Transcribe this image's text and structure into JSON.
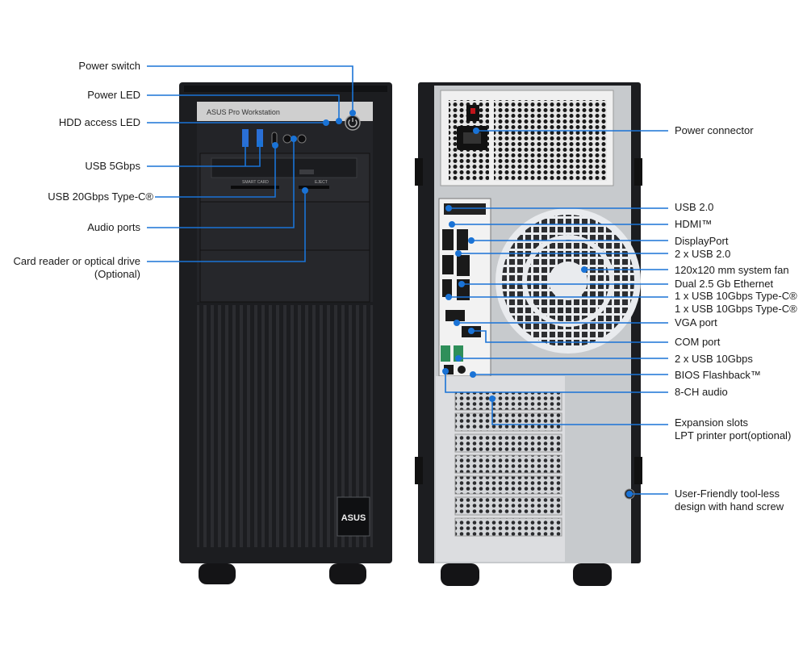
{
  "front_panel": {
    "brand_plate": "ASUS Pro Workstation",
    "logo": "ASUS",
    "small_labels": [
      "SMART CARD",
      "EJECT"
    ],
    "callouts": [
      {
        "id": "power-switch",
        "text": "Power switch"
      },
      {
        "id": "power-led",
        "text": "Power LED"
      },
      {
        "id": "hdd-led",
        "text": "HDD access LED"
      },
      {
        "id": "usb-5gbps",
        "text": "USB 5Gbps"
      },
      {
        "id": "usb-typec",
        "text": "USB 20Gbps Type-C®"
      },
      {
        "id": "audio-ports",
        "text": "Audio ports"
      },
      {
        "id": "card-reader",
        "text": "Card reader or optical drive",
        "text2": "(Optional)"
      }
    ]
  },
  "rear_panel": {
    "callouts": [
      {
        "id": "power-connector",
        "text": "Power connector"
      },
      {
        "id": "usb-20",
        "text": "USB 2.0"
      },
      {
        "id": "hdmi",
        "text": "HDMI™"
      },
      {
        "id": "displayport",
        "text": "DisplayPort"
      },
      {
        "id": "2x-usb-20",
        "text": "2 x USB 2.0"
      },
      {
        "id": "system-fan",
        "text": "120x120 mm system fan"
      },
      {
        "id": "dual-ethernet",
        "text": "Dual 2.5 Gb Ethernet"
      },
      {
        "id": "usb-10gbps-typec",
        "text": "1 x USB 10Gbps Type-C®",
        "text2": "1 x USB 10Gbps Type-C®"
      },
      {
        "id": "vga-port",
        "text": "VGA port"
      },
      {
        "id": "com-port",
        "text": "COM port"
      },
      {
        "id": "2x-usb-10gbps",
        "text": "2 x USB 10Gbps"
      },
      {
        "id": "bios-flashback",
        "text": "BIOS Flashback™"
      },
      {
        "id": "8ch-audio",
        "text": "8-CH audio"
      },
      {
        "id": "expansion-slots",
        "text": "Expansion slots",
        "text2": "LPT printer port(optional)"
      },
      {
        "id": "hand-screw",
        "text": "User-Friendly tool-less",
        "text2": "design with hand screw"
      }
    ]
  },
  "colors": {
    "callout": "#1a73d6",
    "chassis": "#1e1f22",
    "chassis_dark": "#111214",
    "panel": "#2a2b2e",
    "metal": "#c9ccd0",
    "plate": "#c8c8c8"
  }
}
